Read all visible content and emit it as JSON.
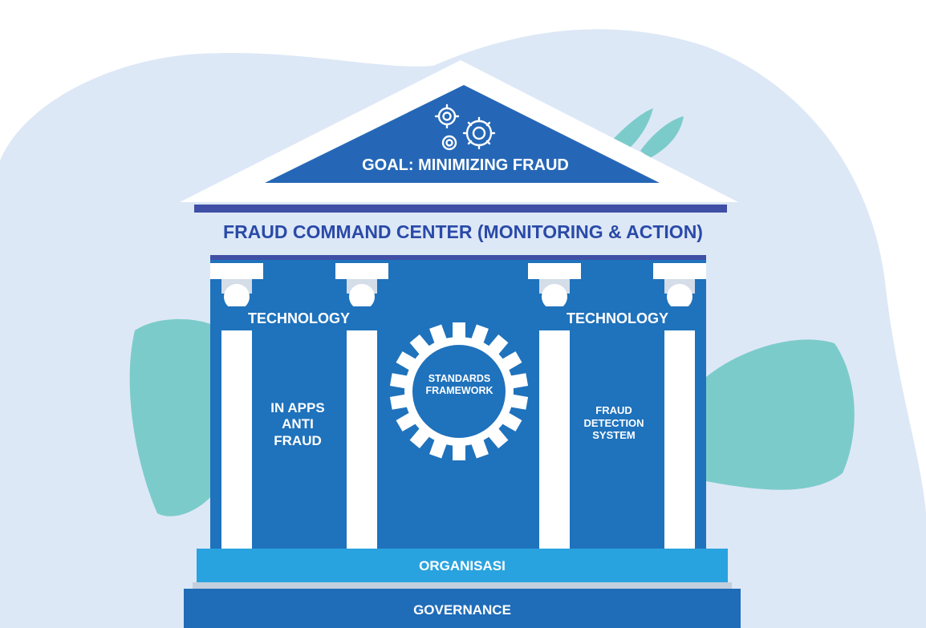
{
  "diagram": {
    "goal_label": "GOAL: MINIMIZING FRAUD",
    "command_center_label": "FRAUD COMMAND CENTER (MONITORING & ACTION)",
    "left_pillar": {
      "header": "TECHNOLOGY",
      "lines": [
        "IN APPS",
        "ANTI",
        "FRAUD"
      ]
    },
    "center_gear": {
      "lines": [
        "STANDARDS",
        "FRAMEWORK"
      ]
    },
    "right_pillar": {
      "header": "TECHNOLOGY",
      "lines": [
        "FRAUD",
        "DETECTION",
        "SYSTEM"
      ]
    },
    "organisasi_label": "ORGANISASI",
    "governance_label": "GOVERNANCE",
    "icons": [
      "gears-icon",
      "gear-icon",
      "leaf-icon"
    ],
    "colors": {
      "background_blob": "#dde8f6",
      "leaf": "#7ccbcb",
      "roof_outer": "#ffffff",
      "roof_inner": "#2567b6",
      "architrave": "#3f4fa6",
      "command_center_text": "#2a4aa8",
      "building_body": "#1f72bc",
      "column": "#ffffff",
      "column_shadow": "#d4dde8",
      "organisasi_band": "#29a3df",
      "governance_band": "#1f6cb8",
      "text_on_blue": "#ffffff"
    }
  }
}
